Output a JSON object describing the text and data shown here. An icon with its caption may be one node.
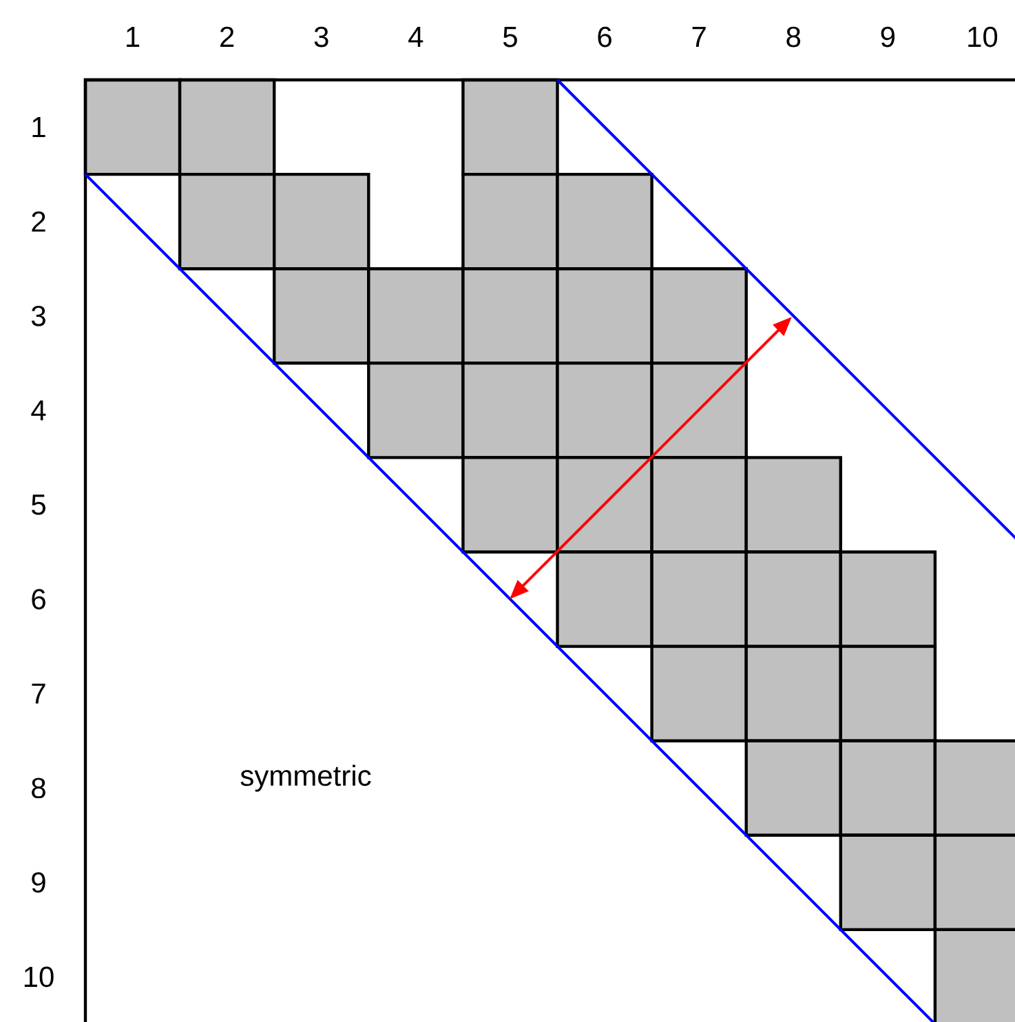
{
  "diagram": {
    "labels": [
      "1",
      "2",
      "3",
      "4",
      "5",
      "6",
      "7",
      "8",
      "9",
      "10",
      "1",
      "2",
      "3",
      "4",
      "5",
      "6",
      "7",
      "8",
      "symmetric",
      "9",
      "10"
    ]
  }
}
